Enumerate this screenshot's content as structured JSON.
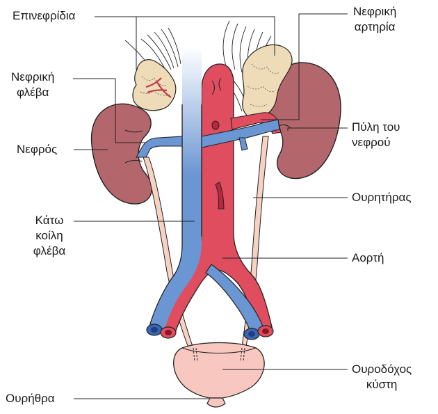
{
  "labels": {
    "adrenal_glands": "Επινεφρίδια",
    "renal_artery": [
      "Νεφρική",
      "αρτηρία"
    ],
    "renal_vein": [
      "Νεφρική",
      "φλέβα"
    ],
    "renal_hilum": [
      "Πύλη του",
      "νεφρού"
    ],
    "kidney": "Νεφρός",
    "ureter": "Ουρητήρας",
    "inferior_vena_cava": [
      "Κάτω",
      "κοίλη",
      "φλέβα"
    ],
    "aorta": "Αορτή",
    "bladder": [
      "Ουροδόχος",
      "κύστη"
    ],
    "urethra": "Ουρήθρα"
  },
  "colors": {
    "vein": "#6a96d3",
    "artery": "#df4d5f",
    "kidney": "#b3676c",
    "adrenal": "#eedcb8",
    "ureter": "#f5d2c2",
    "bladder": "#f7c7c0",
    "outline": "#222222"
  }
}
